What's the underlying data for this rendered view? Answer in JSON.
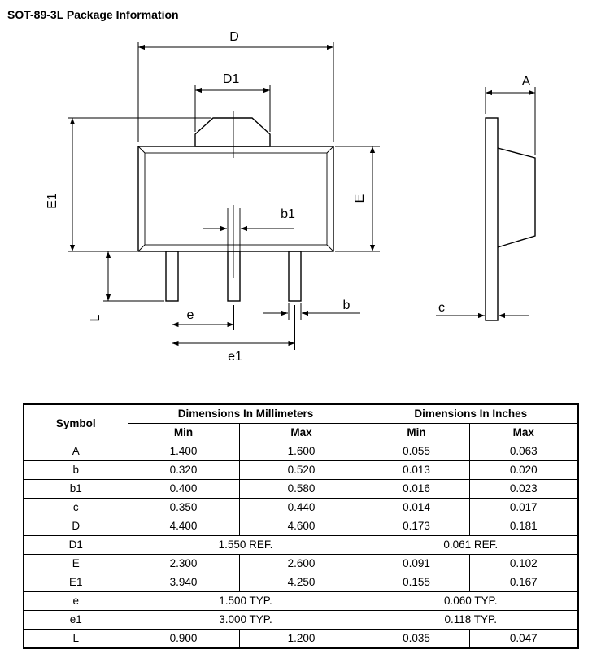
{
  "page": {
    "title": "SOT-89-3L Package Information"
  },
  "drawing": {
    "front_labels": {
      "D": "D",
      "D1": "D1",
      "E1": "E1",
      "E": "E",
      "b1": "b1",
      "b": "b",
      "e": "e",
      "e1": "e1",
      "L": "L"
    },
    "side_labels": {
      "A": "A",
      "c": "c"
    }
  },
  "table": {
    "headers": {
      "symbol": "Symbol",
      "mm_group": "Dimensions In Millimeters",
      "inch_group": "Dimensions In Inches",
      "min": "Min",
      "max": "Max"
    },
    "rows": [
      {
        "symbol": "A",
        "mm_min": "1.400",
        "mm_max": "1.600",
        "in_min": "0.055",
        "in_max": "0.063"
      },
      {
        "symbol": "b",
        "mm_min": "0.320",
        "mm_max": "0.520",
        "in_min": "0.013",
        "in_max": "0.020"
      },
      {
        "symbol": "b1",
        "mm_min": "0.400",
        "mm_max": "0.580",
        "in_min": "0.016",
        "in_max": "0.023"
      },
      {
        "symbol": "c",
        "mm_min": "0.350",
        "mm_max": "0.440",
        "in_min": "0.014",
        "in_max": "0.017"
      },
      {
        "symbol": "D",
        "mm_min": "4.400",
        "mm_max": "4.600",
        "in_min": "0.173",
        "in_max": "0.181"
      },
      {
        "symbol": "D1",
        "mm": "1.550 REF.",
        "inch": "0.061 REF."
      },
      {
        "symbol": "E",
        "mm_min": "2.300",
        "mm_max": "2.600",
        "in_min": "0.091",
        "in_max": "0.102"
      },
      {
        "symbol": "E1",
        "mm_min": "3.940",
        "mm_max": "4.250",
        "in_min": "0.155",
        "in_max": "0.167"
      },
      {
        "symbol": "e",
        "mm": "1.500 TYP.",
        "inch": "0.060 TYP."
      },
      {
        "symbol": "e1",
        "mm": "3.000 TYP.",
        "inch": "0.118 TYP."
      },
      {
        "symbol": "L",
        "mm_min": "0.900",
        "mm_max": "1.200",
        "in_min": "0.035",
        "in_max": "0.047"
      }
    ]
  }
}
